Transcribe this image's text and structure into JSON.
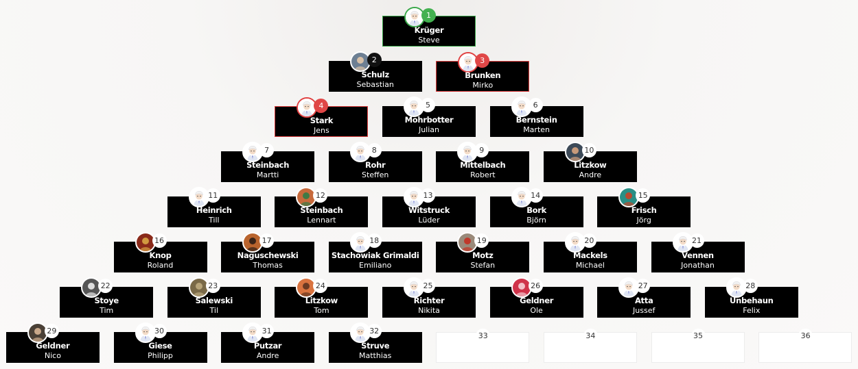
{
  "ladder": [
    {
      "rank": "1",
      "last": "Krüger",
      "first": "Steve",
      "style": "green",
      "avatar": "default-avatar-icon",
      "rank_badge": "green"
    },
    {
      "rank": "2",
      "last": "Schulz",
      "first": "Sebastian",
      "style": "",
      "avatar": "photo-avatar",
      "rank_badge": "black",
      "photo_colors": [
        "#6d7f93",
        "#d7c0a8"
      ]
    },
    {
      "rank": "3",
      "last": "Brunken",
      "first": "Mirko",
      "style": "red",
      "avatar": "default-avatar-icon",
      "rank_badge": "red"
    },
    {
      "rank": "4",
      "last": "Stark",
      "first": "Jens",
      "style": "red",
      "avatar": "default-avatar-icon",
      "rank_badge": "red"
    },
    {
      "rank": "5",
      "last": "Mohrbotter",
      "first": "Julian",
      "style": "",
      "avatar": "default-avatar-icon",
      "rank_badge": "white"
    },
    {
      "rank": "6",
      "last": "Bernstein",
      "first": "Marten",
      "style": "",
      "avatar": "default-avatar-icon",
      "rank_badge": "white"
    },
    {
      "rank": "7",
      "last": "Steinbach",
      "first": "Martti",
      "style": "",
      "avatar": "default-avatar-icon",
      "rank_badge": "white"
    },
    {
      "rank": "8",
      "last": "Rohr",
      "first": "Steffen",
      "style": "",
      "avatar": "default-avatar-icon",
      "rank_badge": "white"
    },
    {
      "rank": "9",
      "last": "Mittelbach",
      "first": "Robert",
      "style": "",
      "avatar": "default-avatar-icon",
      "rank_badge": "white"
    },
    {
      "rank": "10",
      "last": "Litzkow",
      "first": "Andre",
      "style": "",
      "avatar": "photo-avatar",
      "rank_badge": "white",
      "photo_colors": [
        "#3d4a58",
        "#c89a7a"
      ]
    },
    {
      "rank": "11",
      "last": "Heinrich",
      "first": "Till",
      "style": "",
      "avatar": "default-avatar-icon",
      "rank_badge": "white"
    },
    {
      "rank": "12",
      "last": "Steinbach",
      "first": "Lennart",
      "style": "",
      "avatar": "photo-avatar",
      "rank_badge": "white",
      "photo_colors": [
        "#c76a3c",
        "#3f7a45"
      ]
    },
    {
      "rank": "13",
      "last": "Witstruck",
      "first": "Lüder",
      "style": "",
      "avatar": "default-avatar-icon",
      "rank_badge": "white"
    },
    {
      "rank": "14",
      "last": "Bork",
      "first": "Björn",
      "style": "",
      "avatar": "default-avatar-icon",
      "rank_badge": "white"
    },
    {
      "rank": "15",
      "last": "Frisch",
      "first": "Jörg",
      "style": "",
      "avatar": "photo-avatar",
      "rank_badge": "white",
      "photo_colors": [
        "#2a8f86",
        "#b84a2f"
      ]
    },
    {
      "rank": "16",
      "last": "Knop",
      "first": "Roland",
      "style": "",
      "avatar": "photo-avatar",
      "rank_badge": "white",
      "photo_colors": [
        "#8a2a1a",
        "#d19a40"
      ]
    },
    {
      "rank": "17",
      "last": "Naguschewski",
      "first": "Thomas",
      "style": "",
      "avatar": "photo-avatar",
      "rank_badge": "white",
      "photo_colors": [
        "#b9642e",
        "#3a2418"
      ]
    },
    {
      "rank": "18",
      "last": "Stachowiak Grimaldi",
      "first": "Emiliano",
      "style": "",
      "avatar": "default-avatar-icon",
      "rank_badge": "white"
    },
    {
      "rank": "19",
      "last": "Motz",
      "first": "Stefan",
      "style": "",
      "avatar": "photo-avatar",
      "rank_badge": "white",
      "photo_colors": [
        "#9a8a7a",
        "#c0392b"
      ]
    },
    {
      "rank": "20",
      "last": "Mackels",
      "first": "Michael",
      "style": "",
      "avatar": "default-avatar-icon",
      "rank_badge": "white"
    },
    {
      "rank": "21",
      "last": "Vennen",
      "first": "Jonathan",
      "style": "",
      "avatar": "default-avatar-icon",
      "rank_badge": "white"
    },
    {
      "rank": "22",
      "last": "Stoye",
      "first": "Tim",
      "style": "",
      "avatar": "photo-avatar",
      "rank_badge": "white",
      "photo_colors": [
        "#555555",
        "#dddddd"
      ]
    },
    {
      "rank": "23",
      "last": "Salewski",
      "first": "Til",
      "style": "",
      "avatar": "photo-avatar",
      "rank_badge": "white",
      "photo_colors": [
        "#7a6a48",
        "#b8a57a"
      ]
    },
    {
      "rank": "24",
      "last": "Litzkow",
      "first": "Tom",
      "style": "",
      "avatar": "photo-avatar",
      "rank_badge": "white",
      "photo_colors": [
        "#d9733f",
        "#6b3a22"
      ]
    },
    {
      "rank": "25",
      "last": "Richter",
      "first": "Nikita",
      "style": "",
      "avatar": "default-avatar-icon",
      "rank_badge": "white"
    },
    {
      "rank": "26",
      "last": "Geldner",
      "first": "Ole",
      "style": "",
      "avatar": "photo-avatar",
      "rank_badge": "white",
      "photo_colors": [
        "#d0334a",
        "#f3c0c8"
      ]
    },
    {
      "rank": "27",
      "last": "Atta",
      "first": "Jussef",
      "style": "",
      "avatar": "default-avatar-icon",
      "rank_badge": "white"
    },
    {
      "rank": "28",
      "last": "Unbehaun",
      "first": "Felix",
      "style": "",
      "avatar": "default-avatar-icon",
      "rank_badge": "white"
    },
    {
      "rank": "29",
      "last": "Geldner",
      "first": "Nico",
      "style": "",
      "avatar": "photo-avatar",
      "rank_badge": "white",
      "photo_colors": [
        "#4a4036",
        "#c9a88a"
      ]
    },
    {
      "rank": "30",
      "last": "Giese",
      "first": "Philipp",
      "style": "",
      "avatar": "default-avatar-icon",
      "rank_badge": "white"
    },
    {
      "rank": "31",
      "last": "Putzar",
      "first": "Andre",
      "style": "",
      "avatar": "default-avatar-icon",
      "rank_badge": "white"
    },
    {
      "rank": "32",
      "last": "Struve",
      "first": "Matthias",
      "style": "",
      "avatar": "default-avatar-icon",
      "rank_badge": "white"
    },
    {
      "rank": "33",
      "last": "",
      "first": "",
      "style": "empty"
    },
    {
      "rank": "34",
      "last": "",
      "first": "",
      "style": "empty"
    },
    {
      "rank": "35",
      "last": "",
      "first": "",
      "style": "empty"
    },
    {
      "rank": "36",
      "last": "",
      "first": "",
      "style": "empty"
    }
  ],
  "colors": {
    "card": "#000000",
    "challenge_red": "#e04040",
    "leader_green": "#3aa84a",
    "badge_white": "#ffffff"
  }
}
